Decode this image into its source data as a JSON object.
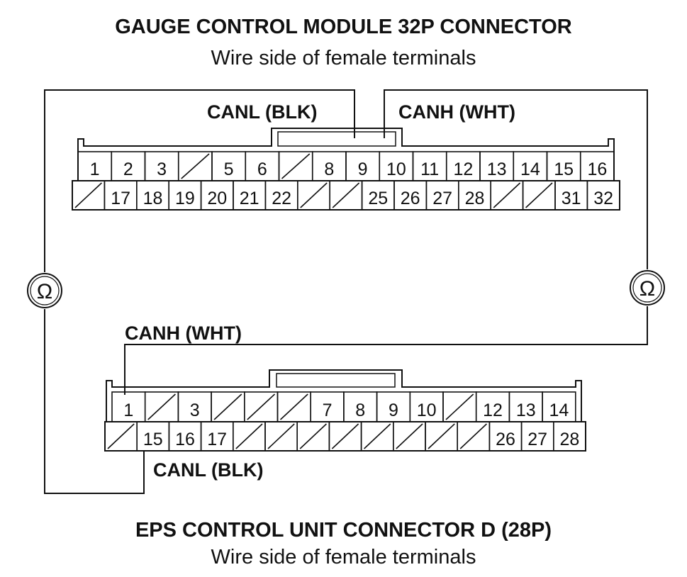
{
  "top_connector": {
    "title": "GAUGE CONTROL MODULE 32P CONNECTOR",
    "subtitle": "Wire side of female terminals",
    "row1": [
      "1",
      "2",
      "3",
      "",
      "5",
      "6",
      "",
      "8",
      "9",
      "10",
      "11",
      "12",
      "13",
      "14",
      "15",
      "16"
    ],
    "row2": [
      "",
      "17",
      "18",
      "19",
      "20",
      "21",
      "22",
      "",
      "",
      "25",
      "26",
      "27",
      "28",
      "",
      "",
      "31",
      "32"
    ],
    "canl_label": "CANL (BLK)",
    "canh_label": "CANH (WHT)"
  },
  "bottom_connector": {
    "title": "EPS CONTROL UNIT CONNECTOR D (28P)",
    "subtitle": "Wire side of female terminals",
    "row1": [
      "1",
      "",
      "3",
      "",
      "",
      "",
      "7",
      "8",
      "9",
      "10",
      "",
      "12",
      "13",
      "14"
    ],
    "row2": [
      "",
      "15",
      "16",
      "17",
      "",
      "",
      "",
      "",
      "",
      "",
      "",
      "",
      "26",
      "27",
      "28"
    ],
    "canh_label": "CANH (WHT)",
    "canl_label": "CANL (BLK)"
  },
  "meter_symbol": "Ω"
}
